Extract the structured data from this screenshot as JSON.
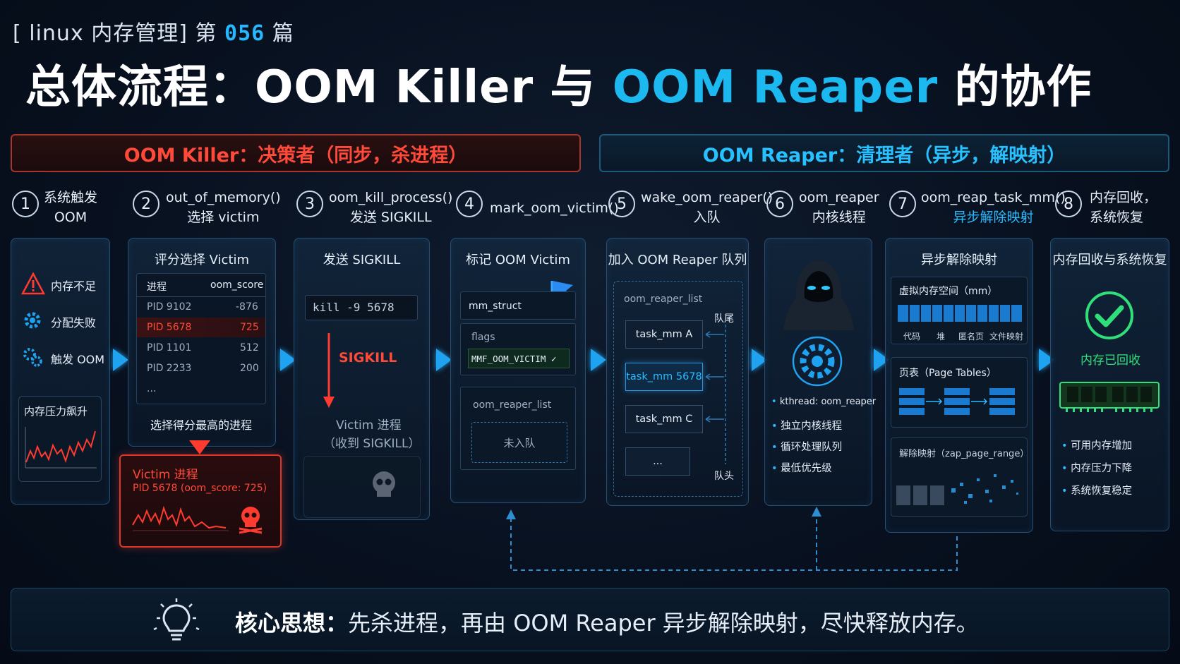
{
  "header": {
    "series_prefix": "[ linux 内存管理] 第 ",
    "series_num": "056",
    "series_suffix": " 篇",
    "title_part1": "总体流程：OOM Killer 与 ",
    "title_part2": "OOM Reaper",
    "title_part3": " 的协作"
  },
  "banners": {
    "killer": "OOM Killer：决策者（同步，杀进程）",
    "reaper": "OOM Reaper：清理者（异步，解映射）"
  },
  "steps": [
    {
      "num": "1",
      "line1": "系统触发",
      "line2": "OOM"
    },
    {
      "num": "2",
      "line1": "out_of_memory()",
      "line2": "选择 victim"
    },
    {
      "num": "3",
      "line1": "oom_kill_process()",
      "line2": "发送 SIGKILL"
    },
    {
      "num": "4",
      "line1": "mark_oom_victim()",
      "line2": ""
    },
    {
      "num": "5",
      "line1": "wake_oom_reaper()",
      "line2": "入队"
    },
    {
      "num": "6",
      "line1": "oom_reaper",
      "line2": "内核线程"
    },
    {
      "num": "7",
      "line1": "oom_reap_task_mm()",
      "line2": "异步解除映射"
    },
    {
      "num": "8",
      "line1": "内存回收，",
      "line2": "系统恢复"
    }
  ],
  "p1": {
    "items": [
      "内存不足",
      "分配失败",
      "触发 OOM"
    ],
    "pressure_label": "内存压力飙升"
  },
  "p2": {
    "title": "评分选择 Victim",
    "col_pid": "进程",
    "col_score": "oom_score",
    "rows": [
      {
        "pid": "PID  9102",
        "score": "-876"
      },
      {
        "pid": "PID  5678",
        "score": "725"
      },
      {
        "pid": "PID  1101",
        "score": "512"
      },
      {
        "pid": "PID  2233",
        "score": "200"
      },
      {
        "pid": "...",
        "score": ""
      }
    ],
    "footer": "选择得分最高的进程",
    "victim_title": "Victim 进程",
    "victim_sub": "PID 5678 (oom_score: 725)"
  },
  "p3": {
    "title": "发送 SIGKILL",
    "cmd": "kill -9 5678",
    "signal": "SIGKILL",
    "victim1": "Victim 进程",
    "victim2": "（收到 SIGKILL）"
  },
  "p4": {
    "title": "标记 OOM Victim",
    "mm": "mm_struct",
    "flags": "flags",
    "flag_val": "MMF_OOM_VICTIM ✓",
    "list": "oom_reaper_list",
    "not_queued": "未入队"
  },
  "p5": {
    "title": "加入 OOM Reaper 队列",
    "list": "oom_reaper_list",
    "tail": "队尾",
    "head": "队头",
    "tasks": [
      "task_mm A",
      "task_mm 5678",
      "task_mm C",
      "..."
    ]
  },
  "p6": {
    "bullets": [
      "kthread: oom_reaper",
      "独立内核线程",
      "循环处理队列",
      "最低优先级"
    ]
  },
  "p7": {
    "title": "异步解除映射",
    "vm": "虚拟内存空间（mm）",
    "vm_labels": [
      "代码",
      "堆",
      "匿名页",
      "文件映射"
    ],
    "pt": "页表（Page Tables）",
    "zap": "解除映射（zap_page_range）"
  },
  "p8": {
    "title": "内存回收与系统恢复",
    "reclaimed": "内存已回收",
    "bullets": [
      "可用内存增加",
      "内存压力下降",
      "系统恢复稳定"
    ]
  },
  "core": {
    "label": "核心思想：",
    "text": "先杀进程，再由 OOM Reaper 异步解除映射，尽快释放内存。"
  },
  "colors": {
    "accent": "#1fa3f0",
    "danger": "#ff4a3a",
    "success": "#2fe07a"
  }
}
